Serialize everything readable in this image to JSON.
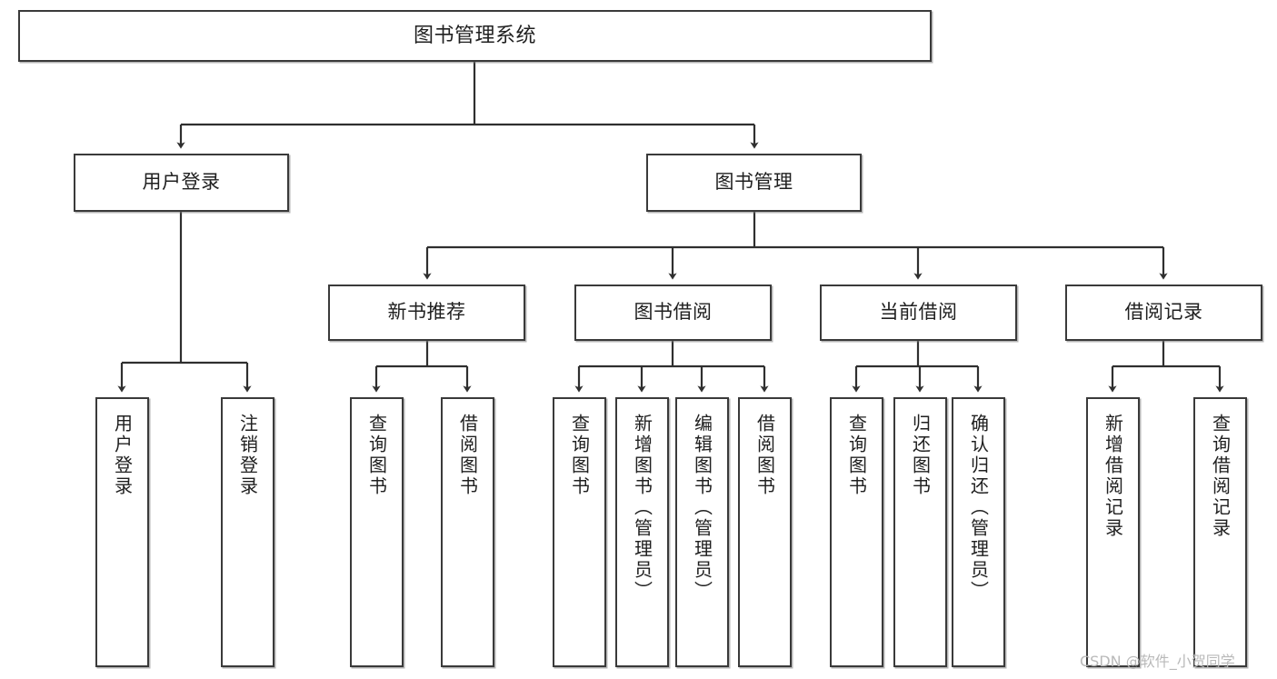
{
  "diagram": {
    "title": "图书管理系统",
    "type": "tree-hierarchy-chart",
    "root": {
      "label": "图书管理系统"
    },
    "level2": [
      {
        "label": "用户登录"
      },
      {
        "label": "图书管理"
      }
    ],
    "level3": [
      {
        "label": "新书推荐"
      },
      {
        "label": "图书借阅"
      },
      {
        "label": "当前借阅"
      },
      {
        "label": "借阅记录"
      }
    ],
    "leaves": {
      "user_login": [
        {
          "label": "用户登录"
        },
        {
          "label": "注销登录"
        }
      ],
      "new_book_recommend": [
        {
          "label": "查询图书"
        },
        {
          "label": "借阅图书"
        }
      ],
      "book_borrow": [
        {
          "label": "查询图书"
        },
        {
          "label": "新增图书（管理员）"
        },
        {
          "label": "编辑图书（管理员）"
        },
        {
          "label": "借阅图书"
        }
      ],
      "current_borrow": [
        {
          "label": "查询图书"
        },
        {
          "label": "归还图书"
        },
        {
          "label": "确认归还（管理员）"
        }
      ],
      "borrow_record": [
        {
          "label": "新增借阅记录"
        },
        {
          "label": "查询借阅记录"
        }
      ]
    },
    "watermark": "CSDN @软件_小贺同学",
    "colors": {
      "box_border": "#3a3a3a",
      "box_fill": "#ffffff",
      "edge": "#2f2f2f",
      "text": "#202020",
      "watermark": "#b9b9b9",
      "background": "#ffffff"
    }
  }
}
